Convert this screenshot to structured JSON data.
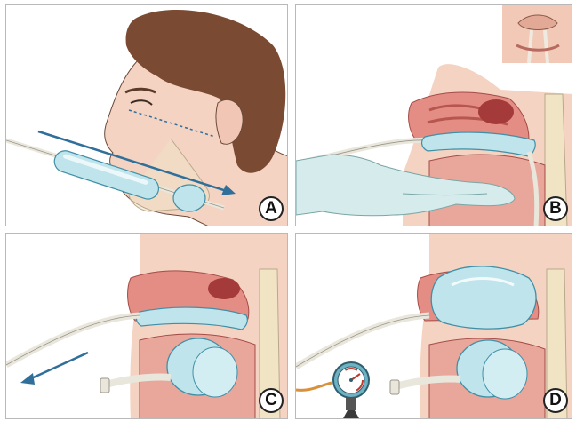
{
  "figure": {
    "panels": [
      {
        "id": "a",
        "label": "A"
      },
      {
        "id": "b",
        "label": "B"
      },
      {
        "id": "c",
        "label": "C"
      },
      {
        "id": "d",
        "label": "D"
      }
    ]
  },
  "colors": {
    "skin": "#f4d3c2",
    "hair": "#7a4a33",
    "tissue": "#e48d84",
    "balloon": "#bfe4ec",
    "glove": "#d6ecec",
    "arrow": "#2f6f9a",
    "tube": "#e9e6dc",
    "bone": "#f1e4c4"
  }
}
